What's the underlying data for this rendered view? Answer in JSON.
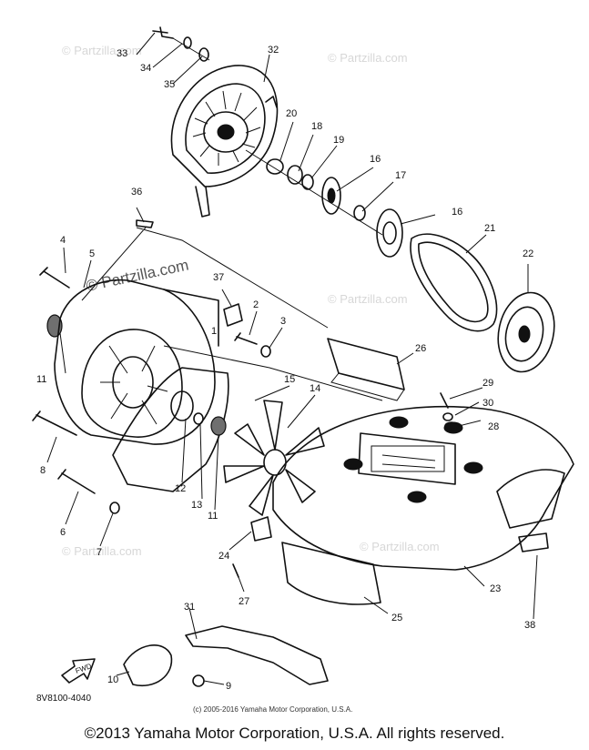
{
  "watermark": "© Partzilla.com",
  "diagram_code": "8V8100-4040",
  "small_copyright": "(c) 2005-2016 Yamaha Motor Corporation, U.S.A.",
  "fwd_label": "FWD",
  "footer_copyright": "©2013 Yamaha Motor Corporation, U.S.A. All rights reserved.",
  "callouts": {
    "c1": "1",
    "c2": "2",
    "c3": "3",
    "c4": "4",
    "c5": "5",
    "c6": "6",
    "c7": "7",
    "c8": "8",
    "c9": "9",
    "c10": "10",
    "c11a": "11",
    "c11b": "11",
    "c12": "12",
    "c13": "13",
    "c14": "14",
    "c15": "15",
    "c16a": "16",
    "c16b": "16",
    "c17": "17",
    "c18": "18",
    "c19": "19",
    "c20": "20",
    "c21": "21",
    "c22": "22",
    "c23": "23",
    "c24": "24",
    "c25": "25",
    "c26": "26",
    "c27": "27",
    "c28": "28",
    "c29": "29",
    "c30": "30",
    "c31": "31",
    "c32": "32",
    "c33": "33",
    "c34": "34",
    "c35": "35",
    "c36": "36",
    "c37": "37",
    "c38": "38"
  },
  "colors": {
    "ink": "#111111",
    "watermark": "#d7d7d7"
  }
}
